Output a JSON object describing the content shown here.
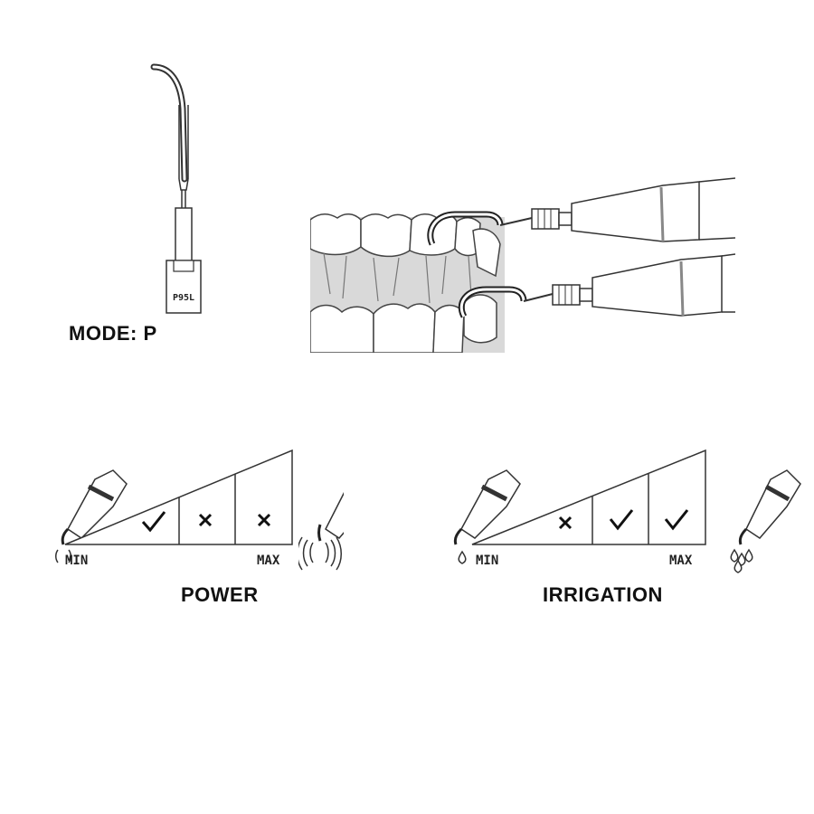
{
  "tip": {
    "engraving": "P95L",
    "mode_label": "MODE: P"
  },
  "power_scale": {
    "title": "POWER",
    "min_label": "MIN",
    "max_label": "MAX",
    "segments": [
      {
        "mark": "check",
        "recommended": true
      },
      {
        "mark": "cross",
        "recommended": false
      },
      {
        "mark": "cross",
        "recommended": false
      }
    ]
  },
  "irrigation_scale": {
    "title": "IRRIGATION",
    "min_label": "MIN",
    "max_label": "MAX",
    "segments": [
      {
        "mark": "cross",
        "recommended": false
      },
      {
        "mark": "check",
        "recommended": true
      },
      {
        "mark": "check",
        "recommended": true
      }
    ]
  },
  "icons": {
    "tip": "scaler-tip-icon",
    "usage": "handpiece-on-teeth-illustration",
    "low_power": "low-vibration-handpiece-icon",
    "high_power": "high-vibration-handpiece-icon",
    "low_water": "single-drop-handpiece-icon",
    "high_water": "multi-drop-handpiece-icon"
  }
}
